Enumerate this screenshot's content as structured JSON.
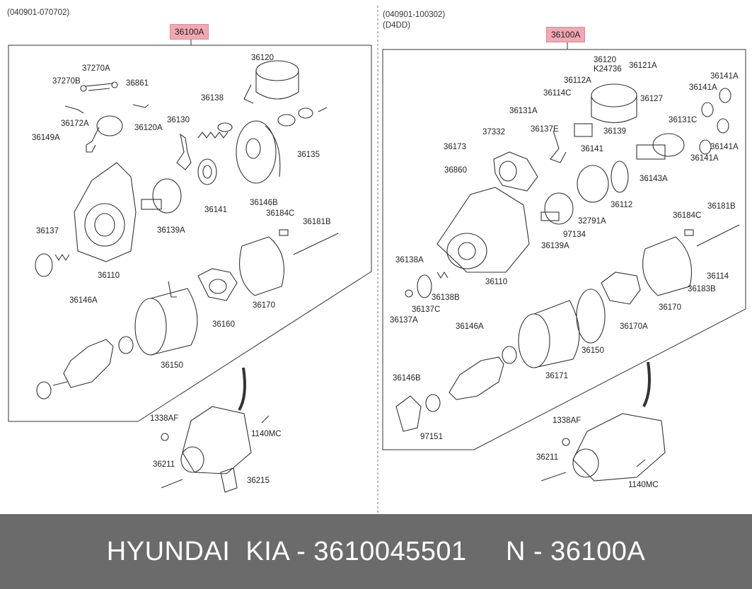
{
  "left_panel": {
    "header": "(040901-070702)",
    "assembly_label": "36100A",
    "labels": [
      "37270A",
      "37270B",
      "36861",
      "36120",
      "36172A",
      "36120A",
      "36149A",
      "36138",
      "36130",
      "36135",
      "36146B",
      "36141",
      "36139A",
      "36184C",
      "36181B",
      "36137",
      "36110",
      "36146A",
      "36170",
      "36160",
      "36150",
      "1338AF",
      "1140MC",
      "36211",
      "36215"
    ]
  },
  "right_panel": {
    "header": "(040901-100302)",
    "header2": "(D4DD)",
    "assembly_label": "36100A",
    "labels": [
      "36120",
      "K24736",
      "36121A",
      "36112A",
      "36141A",
      "36141A",
      "36114C",
      "36127",
      "36131A",
      "36137E",
      "36139",
      "36131C",
      "37332",
      "36173",
      "36141",
      "36141A",
      "36860",
      "36141A",
      "36143A",
      "36112",
      "32791A",
      "97134",
      "36139A",
      "36184C",
      "36181B",
      "36138A",
      "36110",
      "36114",
      "36138B",
      "36183B",
      "36137C",
      "36137A",
      "36170A",
      "36170",
      "36146A",
      "36150",
      "36171",
      "36146B",
      "97151",
      "1338AF",
      "36211",
      "1140MC"
    ]
  },
  "footer": {
    "text": "HYUNDAI  KIA - 3610045501     N - 36100A"
  }
}
